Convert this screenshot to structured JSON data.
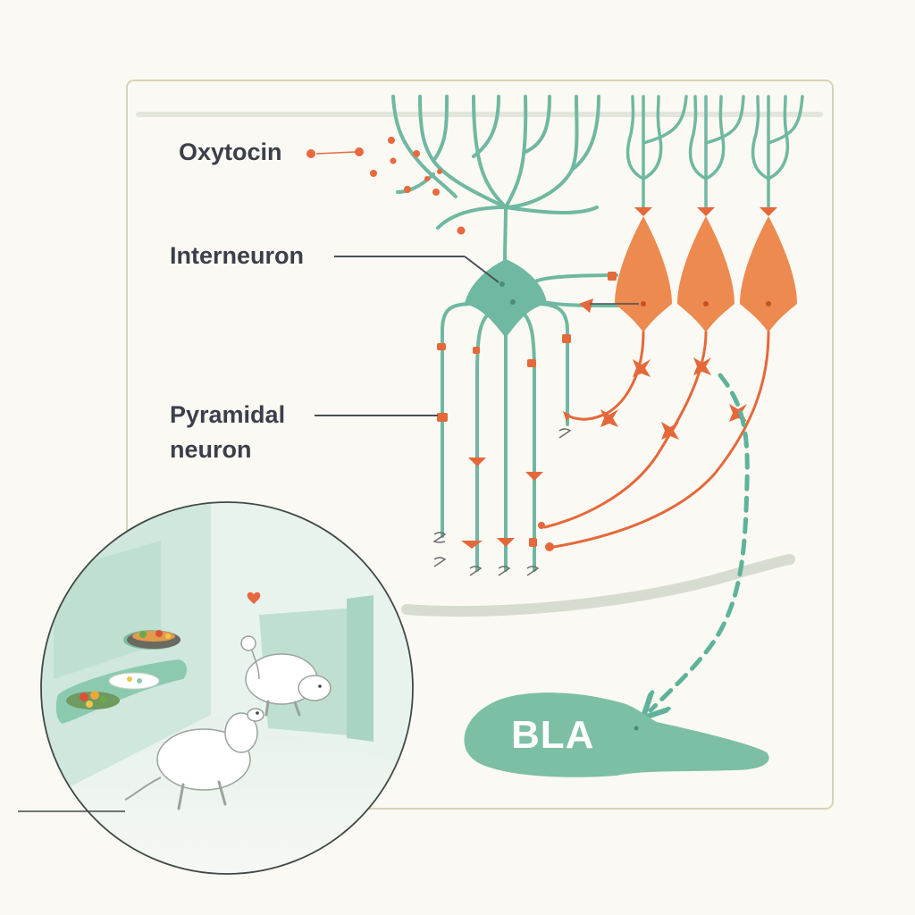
{
  "labels": {
    "oxytocin": "Oxytocin",
    "interneuron": "Interneuron",
    "pyramidal_line1": "Pyramidal",
    "pyramidal_line2": "neuron",
    "target_region": "BLA"
  },
  "colors": {
    "background": "#fbf9f3",
    "panel_border": "#d8d2b8",
    "interneuron": "#6fb8a1",
    "pyramidal": "#ec8a4f",
    "axon_orange": "#e5683a",
    "oxytocin_dots": "#e9683e",
    "bla_fill": "#7cbfa5",
    "text": "#3a3f4a",
    "heart": "#e8693f"
  },
  "icons": {
    "heart": "heart-icon",
    "mouse": "mouse-icon",
    "food_bowl": "food-bowl-icon"
  }
}
